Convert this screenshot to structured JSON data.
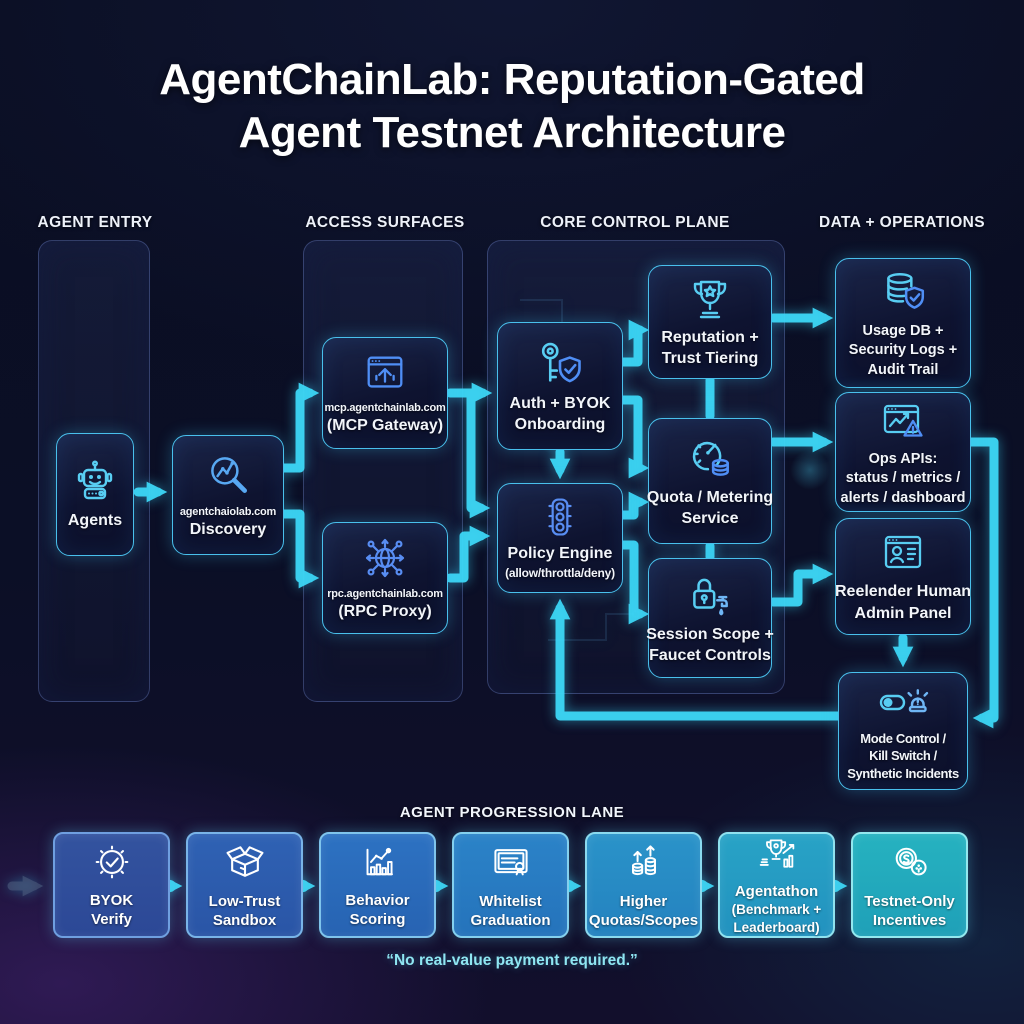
{
  "title": {
    "line1": "AgentChainLab: Reputation-Gated",
    "line2": "Agent Testnet Architecture"
  },
  "colors": {
    "accent_cyan": "#38d4f6",
    "accent_blue": "#3a7bd5",
    "box_border": "#49c0ec",
    "lane_blue": "#33539f",
    "lane_teal": "#26b2c0",
    "background": "#0a0e22"
  },
  "columns": {
    "agent_entry": {
      "header": "AGENT ENTRY"
    },
    "access_surfaces": {
      "header": "ACCESS SURFACES"
    },
    "core_control": {
      "header": "CORE CONTROL PLANE"
    },
    "data_ops": {
      "header": "DATA + OPERATIONS"
    }
  },
  "nodes": {
    "agents": {
      "icon": "robot-icon",
      "lines": [
        "Agents"
      ]
    },
    "discovery": {
      "icon": "magnifier-chart-icon",
      "lines": [
        "agentchaiolab.com",
        "Discovery"
      ]
    },
    "mcp_gateway": {
      "icon": "browser-upload-icon",
      "lines": [
        "mcp.agentchainlab.com",
        "(MCP Gateway)"
      ]
    },
    "rpc_proxy": {
      "icon": "globe-network-icon",
      "lines": [
        "rpc.agentchainlab.com",
        "(RPC Proxy)"
      ]
    },
    "auth": {
      "icon": "key-shield-icon",
      "lines": [
        "Auth + BYOK",
        "Onboarding"
      ]
    },
    "policy": {
      "icon": "traffic-light-icon",
      "lines": [
        "Policy Engine",
        "(allow/throttla/deny)"
      ]
    },
    "reputation": {
      "icon": "trophy-icon",
      "lines": [
        "Reputation +",
        "Trust Tiering"
      ]
    },
    "quota": {
      "icon": "gauge-coins-icon",
      "lines": [
        "Quota / Metering",
        "Service"
      ]
    },
    "session": {
      "icon": "lock-faucet-icon",
      "lines": [
        "Session Scope +",
        "Faucet Controls"
      ]
    },
    "usage_db": {
      "icon": "database-shield-icon",
      "lines": [
        "Usage DB +",
        "Security Logs +",
        "Audit Trail"
      ]
    },
    "ops_apis": {
      "icon": "browser-chart-alert-icon",
      "lines": [
        "Ops APIs:",
        "status / metrics /",
        "alerts / dashboard"
      ]
    },
    "admin_panel": {
      "icon": "browser-profile-icon",
      "lines": [
        "Reelender Human",
        "Admin Panel"
      ]
    },
    "mode_control": {
      "icon": "toggle-siren-icon",
      "lines": [
        "Mode Control /",
        "Kill Switch /",
        "Synthetic Incidents"
      ]
    }
  },
  "progression": {
    "header": "AGENT PROGRESSION LANE",
    "steps": [
      {
        "icon": "badge-check-icon",
        "lines": [
          "BYOK",
          "Verify"
        ]
      },
      {
        "icon": "open-box-icon",
        "lines": [
          "Low-Trust",
          "Sandbox"
        ]
      },
      {
        "icon": "bar-chart-icon",
        "lines": [
          "Behavior",
          "Scoring"
        ]
      },
      {
        "icon": "certificate-icon",
        "lines": [
          "Whitelist",
          "Graduation"
        ]
      },
      {
        "icon": "coin-stack-arrows-icon",
        "lines": [
          "Higher",
          "Quotas/Scopes"
        ]
      },
      {
        "icon": "trophy-leaderboard-icon",
        "lines": [
          "Agentathon",
          "(Benchmark +",
          "Leaderboard)"
        ]
      },
      {
        "icon": "coins-icon",
        "lines": [
          "Testnet-Only",
          "Incentives"
        ]
      }
    ],
    "caption": "“No real-value payment required.”"
  }
}
